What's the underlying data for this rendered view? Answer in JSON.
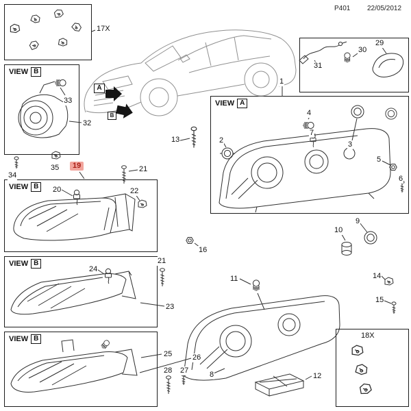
{
  "meta": {
    "page_code": "P401",
    "date": "22/05/2012"
  },
  "view_labels": {
    "view_word": "VIEW",
    "panel_a_letter": "A",
    "panel_b_letter": "B"
  },
  "car_markers": {
    "a": "A",
    "b": "B"
  },
  "callouts": {
    "c1": "1",
    "c2": "2",
    "c3": "3",
    "c4": "4",
    "c5": "5",
    "c6": "6",
    "c7": "7",
    "c8": "8",
    "c9": "9",
    "c10": "10",
    "c11": "11",
    "c12": "12",
    "c13": "13",
    "c14": "14",
    "c15": "15",
    "c16": "16",
    "c17x": "17X",
    "c18x": "18X",
    "c19": "19",
    "c20": "20",
    "c21": "21",
    "c22": "22",
    "c23": "23",
    "c24": "24",
    "c25": "25",
    "c26": "26",
    "c27": "27",
    "c28": "28",
    "c29": "29",
    "c30": "30",
    "c31": "31",
    "c32": "32",
    "c33": "33",
    "c34": "34",
    "c35": "35"
  },
  "selection": {
    "selected_item": "19",
    "highlight_bg": "#f2a49c",
    "highlight_text": "#a91f16"
  },
  "icons": {
    "fastener": "screw-icon",
    "retainer": "clip-icon",
    "nut": "nut-icon",
    "seal": "ring-icon",
    "bulb": "bulb-icon",
    "bulb_holder": "socket-icon"
  },
  "colors": {
    "line": "#2e2e2e",
    "car_line": "#8f8f8f",
    "panel_border": "#1c1c1c"
  }
}
